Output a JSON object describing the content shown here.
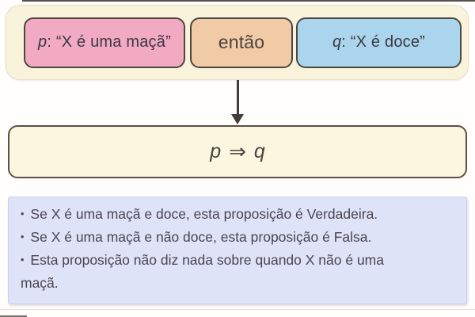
{
  "premises": {
    "p": {
      "var": "p",
      "text": ": “X é uma maçã”"
    },
    "connector": "então",
    "q": {
      "var": "q",
      "text": ": “X é doce”"
    }
  },
  "implication": {
    "lhs": "p",
    "operator": "⇒",
    "rhs": "q"
  },
  "explanation": {
    "bullet_glyph": "•",
    "items": [
      "Se X é uma maçã e doce, esta proposição é Verdadeira.",
      "Se X é uma maçã e não doce, esta proposição é Falsa.",
      "Esta proposição não diz nada sobre quando X não é uma maçã."
    ]
  },
  "colors": {
    "premise_p": "#f2aac2",
    "connector": "#f1caa6",
    "premise_q": "#aad5ed",
    "container_cream": "#faf3db",
    "implication_cream": "#fcf6e0",
    "explanation_lavender": "#dfe3f8",
    "border_dark": "#4d4744",
    "text_dark": "#433e3e"
  }
}
